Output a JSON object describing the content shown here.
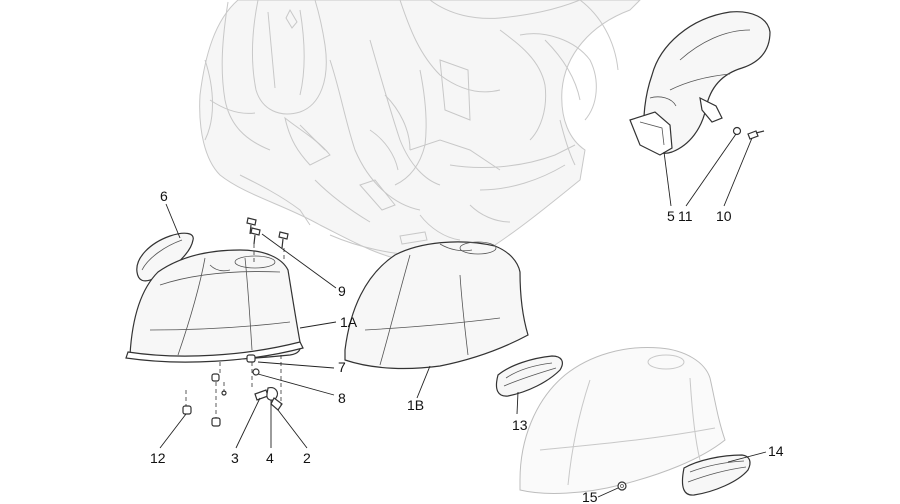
{
  "labels": {
    "l6": "6",
    "l9": "9",
    "l1A": "1A",
    "l7": "7",
    "l8": "8",
    "l12": "12",
    "l3": "3",
    "l4": "4",
    "l2": "2",
    "l1B": "1B",
    "l13": "13",
    "l5": "5",
    "l11": "11",
    "l10": "10",
    "l14": "14",
    "l15": "15"
  }
}
